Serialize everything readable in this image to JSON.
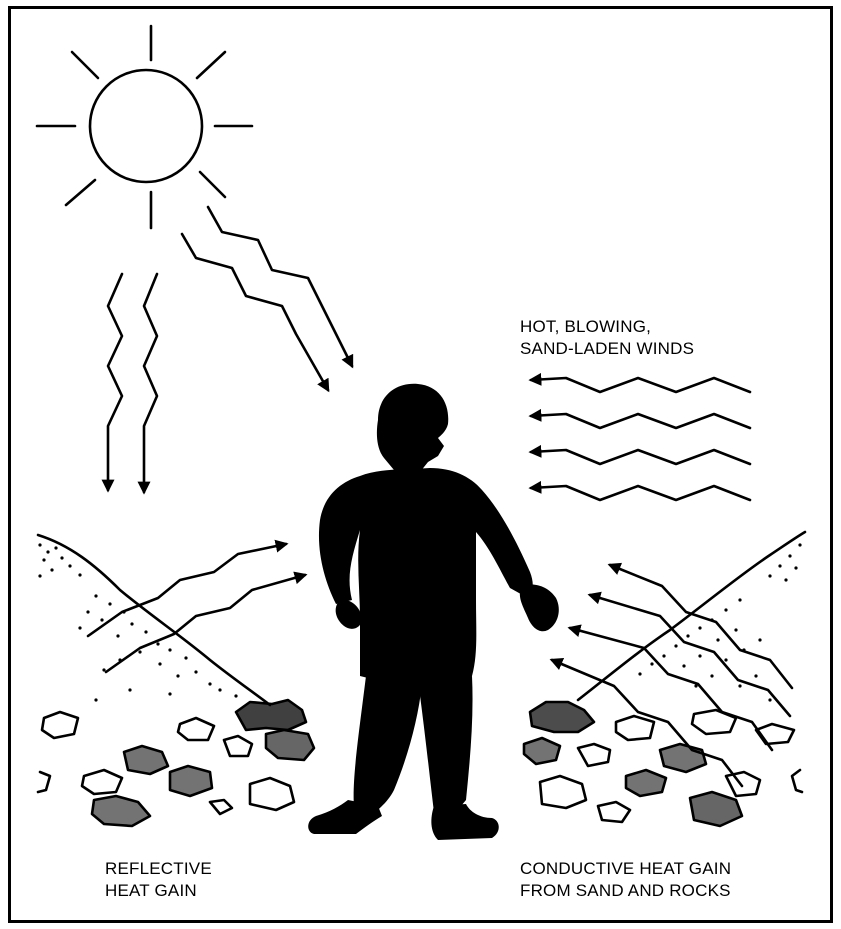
{
  "labels": {
    "winds": [
      "HOT, BLOWING,",
      "SAND-LADEN WINDS"
    ],
    "reflective": [
      "REFLECTIVE",
      "HEAT GAIN"
    ],
    "conductive": [
      "CONDUCTIVE HEAT GAIN",
      "FROM SAND AND ROCKS"
    ]
  },
  "colors": {
    "ink": "#000000",
    "background": "#ffffff"
  }
}
